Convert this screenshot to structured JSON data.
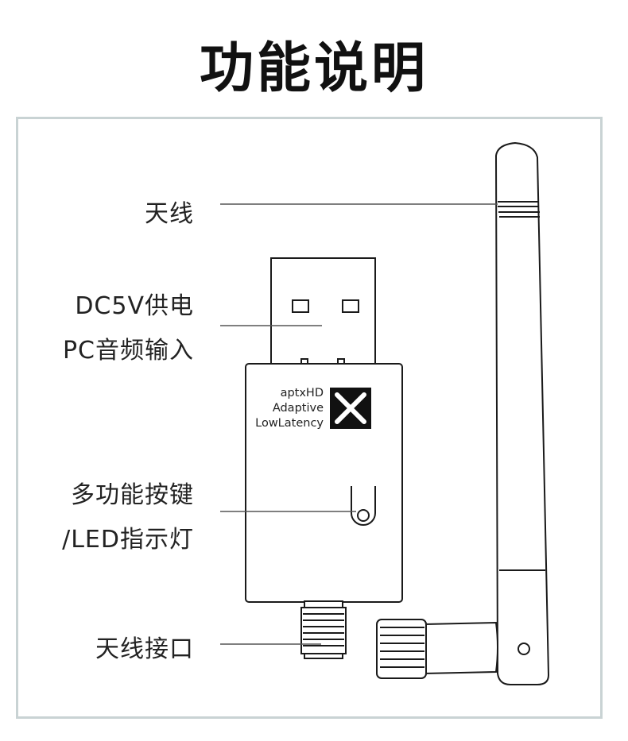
{
  "title": "功能说明",
  "labels": {
    "antenna": "天线",
    "power_line1": "DC5V供电",
    "power_line2": "PC音频输入",
    "button_line1": "多功能按键",
    "button_line2": "/LED指示灯",
    "connector": "天线接口"
  },
  "brand": {
    "line1": "aptxHD",
    "line2": "Adaptive",
    "line3": "LowLatency",
    "logo_icon": "aptx-x-logo"
  },
  "colors": {
    "frame": "#c9d3d4",
    "stroke": "#1a1a1a",
    "leader": "#555555"
  }
}
